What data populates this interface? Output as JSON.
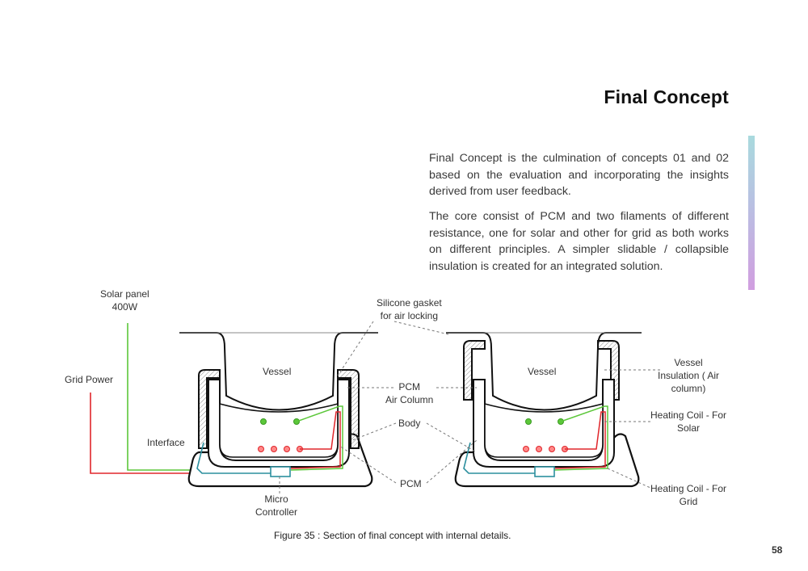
{
  "page": {
    "title": "Final Concept",
    "page_number": "58",
    "accent_gradient": [
      "#a9dade",
      "#d19ee0"
    ]
  },
  "body_text": {
    "paragraph_1": "Final Concept is the culmination of concepts 01 and 02 based on the evaluation and incorporating the insights derived from user feedback.",
    "paragraph_2": "The core consist of PCM and  two filaments of different resistance, one for solar and other for grid as both works on different principles. A simpler slidable / collapsible insulation is created for  an integrated solution."
  },
  "figure": {
    "caption": "Figure 35 : Section of final concept  with internal details.",
    "wire_colors": {
      "solar": "#5cc73a",
      "grid": "#e0262b",
      "controller": "#2c8f9e"
    },
    "labels": {
      "solar_panel_1": "Solar panel",
      "solar_panel_2": "400W",
      "grid_power": "Grid Power",
      "interface": "Interface",
      "vessel_left": "Vessel",
      "vessel_right": "Vessel",
      "silicone_1": "Silicone gasket",
      "silicone_2": "for air locking",
      "pcm_air_1": "PCM",
      "pcm_air_2": "Air Column",
      "body": "Body",
      "pcm": "PCM",
      "micro_1": "Micro",
      "micro_2": "Controller",
      "vessel_ins_1": "Vessel",
      "vessel_ins_2": "Insulation ( Air",
      "vessel_ins_3": "column)",
      "coil_solar_1": "Heating Coil - For",
      "coil_solar_2": "Solar",
      "coil_grid_1": "Heating Coil - For",
      "coil_grid_2": "Grid"
    }
  }
}
